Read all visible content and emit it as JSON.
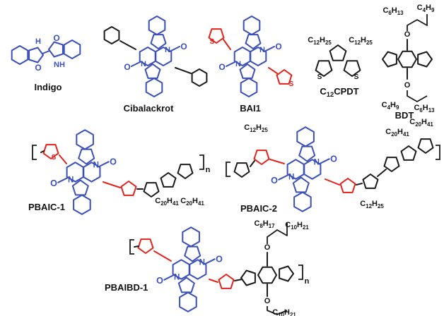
{
  "colors": {
    "core": "#3a4fb8",
    "thiophene": "#e0241c",
    "chain": "#1a1a1a",
    "label": "#111111"
  },
  "labels": {
    "indigo": "Indigo",
    "cibalackrot": "Cibalackrot",
    "bai1": "BAI1",
    "c12cpdt": "C12CPDT",
    "bdt": "BDT",
    "pbaic1": "PBAIC-1",
    "pbaic2": "PBAIC-2",
    "pbaibd1": "PBAIBD-1"
  },
  "atoms": {
    "N": "N",
    "O": "O",
    "S": "S",
    "H": "H",
    "NH": "NH",
    "n": "n"
  },
  "groups": {
    "c12h25": "C12H25",
    "c20h41": "C20H41",
    "c6h13": "C6H13",
    "c4h9": "C4H9",
    "c8h17": "C8H17",
    "c10h21": "C10H21"
  }
}
